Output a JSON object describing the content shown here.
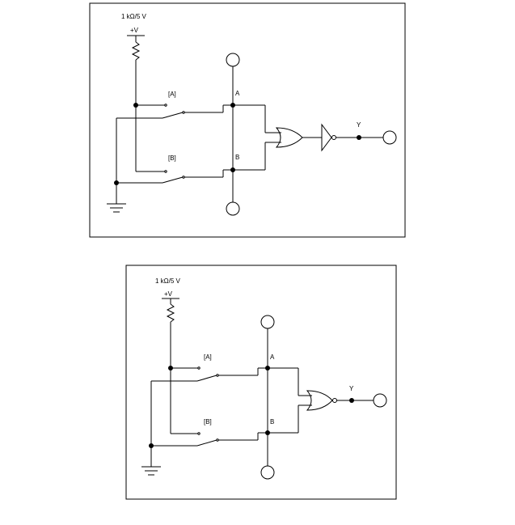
{
  "circuit_or_inverter": {
    "supply_label": "1 kΩ/5 V",
    "vplus_label": "+V",
    "switch_a_label": "[A]",
    "switch_b_label": "[B]",
    "node_a_label": "A",
    "node_b_label": "B",
    "output_label": "Y",
    "gates": [
      "or-gate",
      "inverter"
    ]
  },
  "circuit_nor": {
    "supply_label": "1 kΩ/5 V",
    "vplus_label": "+V",
    "switch_a_label": "[A]",
    "switch_b_label": "[B]",
    "node_a_label": "A",
    "node_b_label": "B",
    "output_label": "Y",
    "gates": [
      "nor-gate"
    ]
  }
}
